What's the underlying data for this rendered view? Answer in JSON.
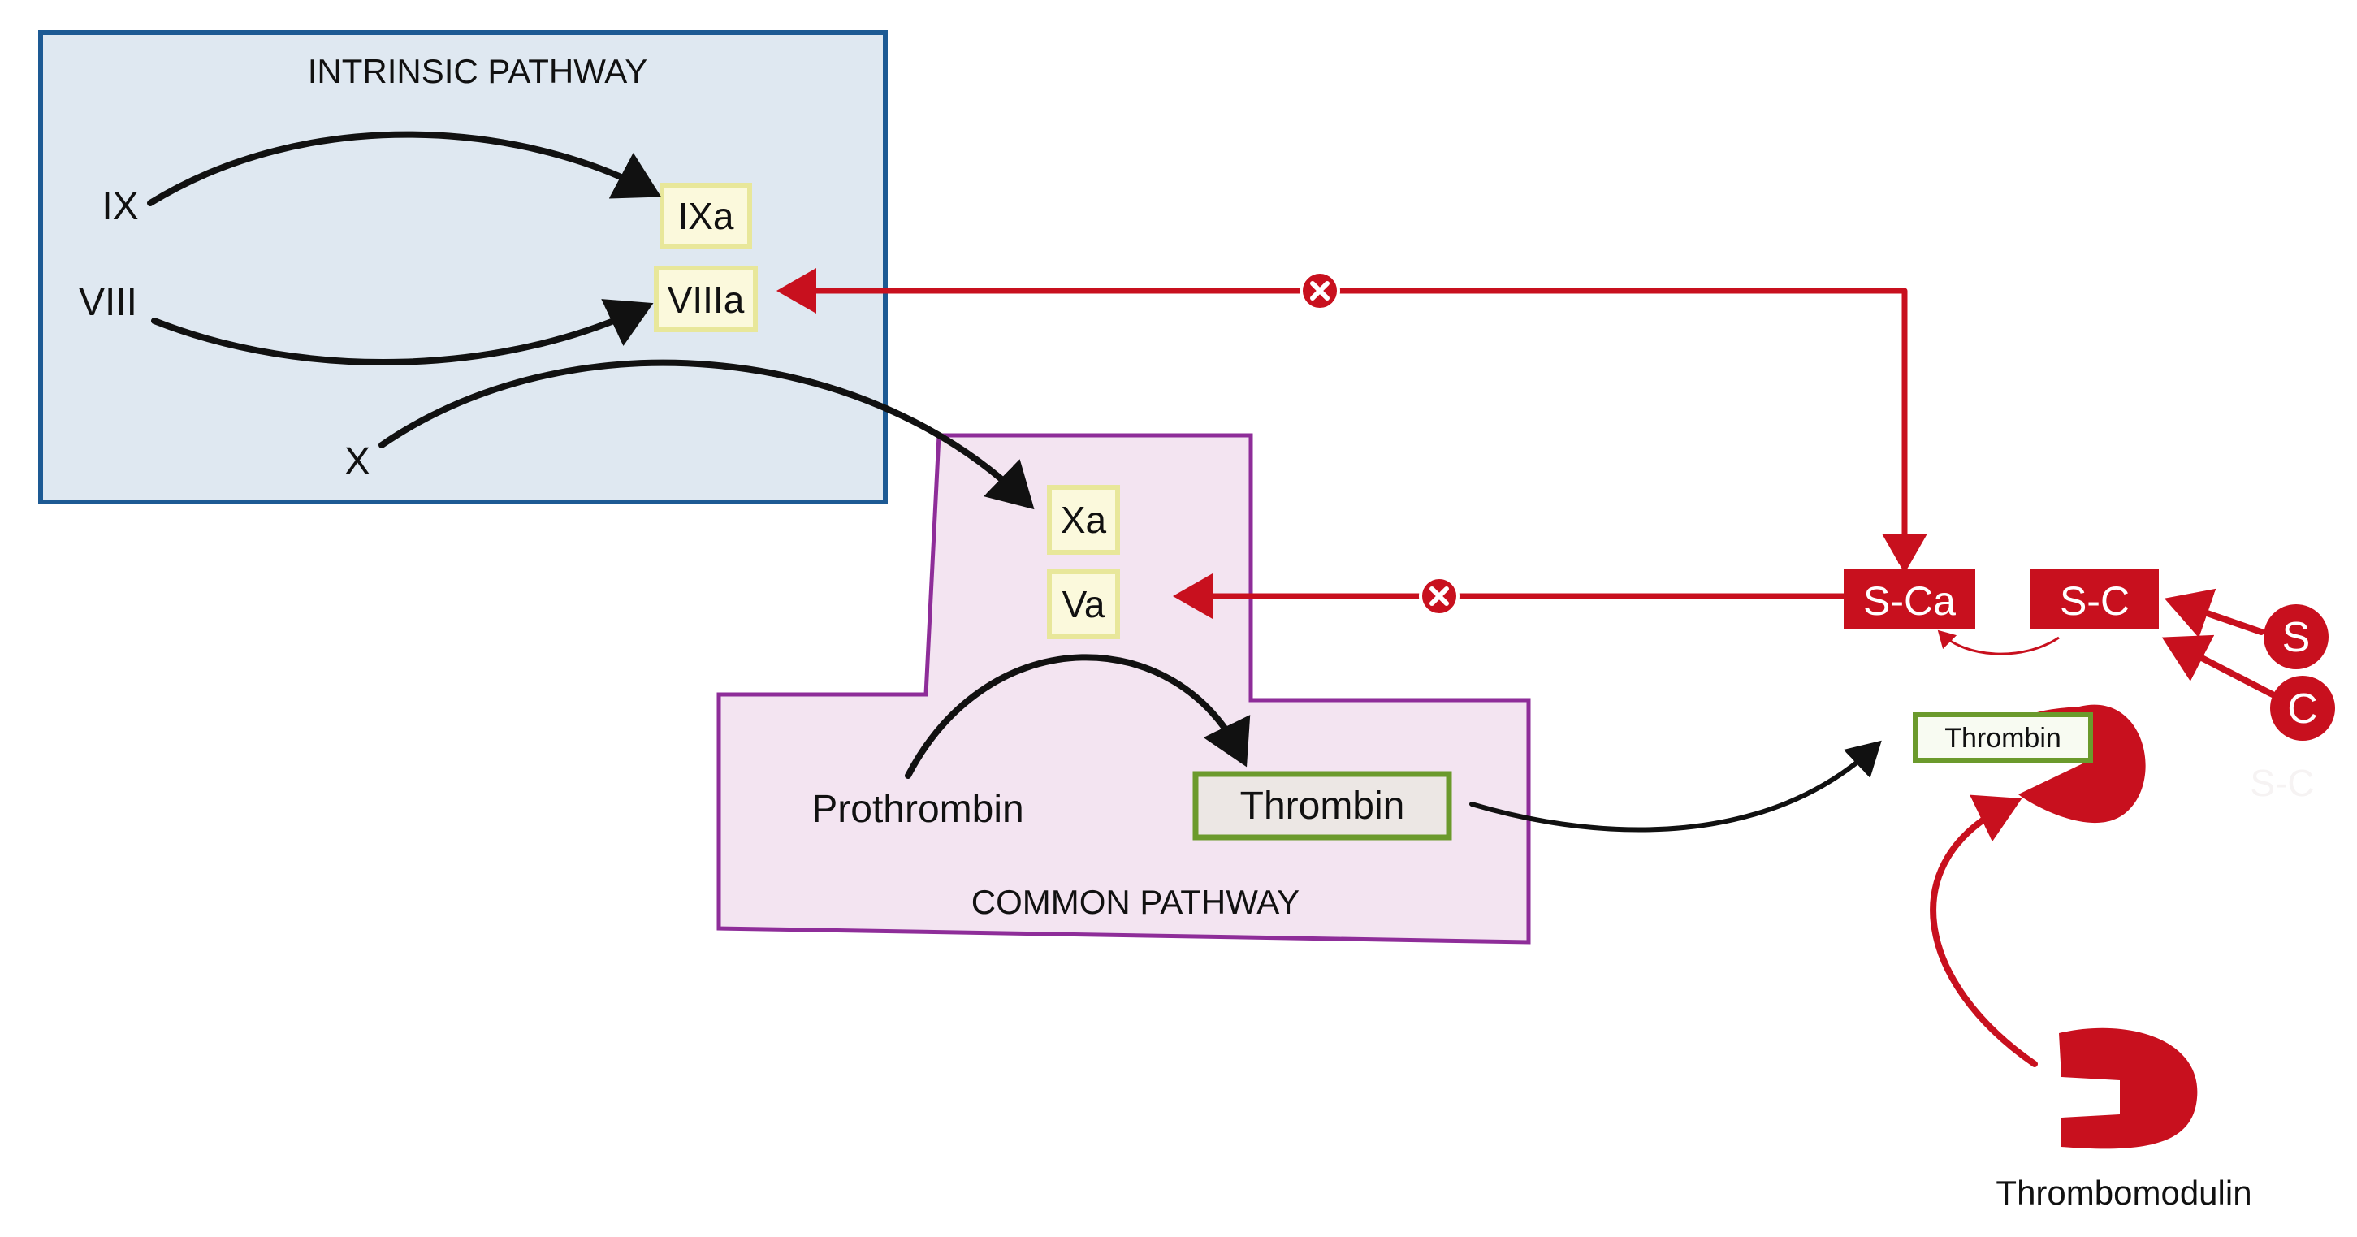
{
  "intrinsic": {
    "title": "INTRINSIC PATHWAY",
    "ix": "IX",
    "viii": "VIII",
    "x": "X",
    "ixa": "IXa",
    "viiia": "VIIIa"
  },
  "common": {
    "title": "COMMON PATHWAY",
    "xa": "Xa",
    "va": "Va",
    "prothrombin": "Prothrombin",
    "thrombin": "Thrombin"
  },
  "protein_c": {
    "s_ca": "S-Ca",
    "s_c": "S-C",
    "s": "S",
    "c": "C",
    "s_c_ghost": "S-C",
    "thrombin_bound": "Thrombin",
    "thrombomodulin": "Thrombomodulin"
  },
  "colors": {
    "intrinsic_fill": "#dfe8f1",
    "intrinsic_border": "#1d5a94",
    "common_fill": "#f3e4f1",
    "common_border": "#8e2d99",
    "factor_box_fill": "#fbf9dc",
    "factor_box_border": "#e8e79a",
    "thrombin_box_fill": "#ece7e4",
    "thrombin_box_border": "#6b9a2c",
    "inhibitor_red": "#c8101e",
    "arrow_black": "#111111"
  },
  "icons": {
    "inhibition": "circle-x-icon",
    "thrombin_binder": "red-pacman-icon",
    "thrombomodulin": "red-receptor-icon"
  }
}
